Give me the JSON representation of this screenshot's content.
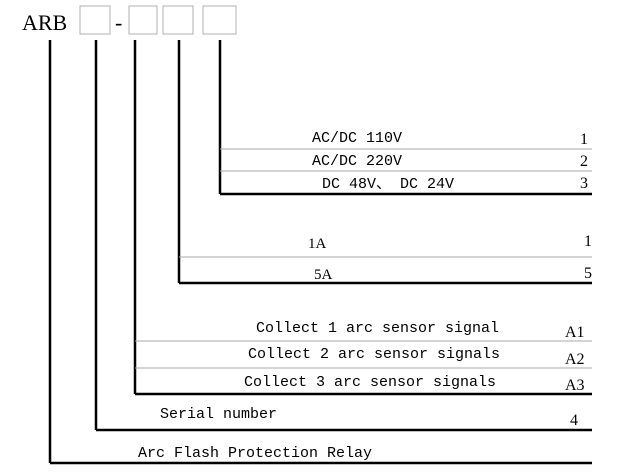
{
  "model": {
    "prefix": "ARB",
    "separator": "-"
  },
  "groups": [
    {
      "options": [
        {
          "label": "AC/DC 110V",
          "code": "1"
        },
        {
          "label": "AC/DC 220V",
          "code": "2"
        },
        {
          "label": "DC 48V、 DC 24V",
          "code": "3"
        }
      ]
    },
    {
      "options": [
        {
          "label": "1A",
          "code": "1"
        },
        {
          "label": "5A",
          "code": "5"
        }
      ]
    },
    {
      "options": [
        {
          "label": "Collect 1 arc sensor signal",
          "code": "A1"
        },
        {
          "label": "Collect 2 arc sensor signals",
          "code": "A2"
        },
        {
          "label": "Collect 3 arc sensor signals",
          "code": "A3"
        }
      ]
    },
    {
      "options": [
        {
          "label": "Serial number",
          "code": "4"
        }
      ]
    },
    {
      "options": [
        {
          "label": "Arc Flash Protection Relay",
          "code": ""
        }
      ]
    }
  ]
}
